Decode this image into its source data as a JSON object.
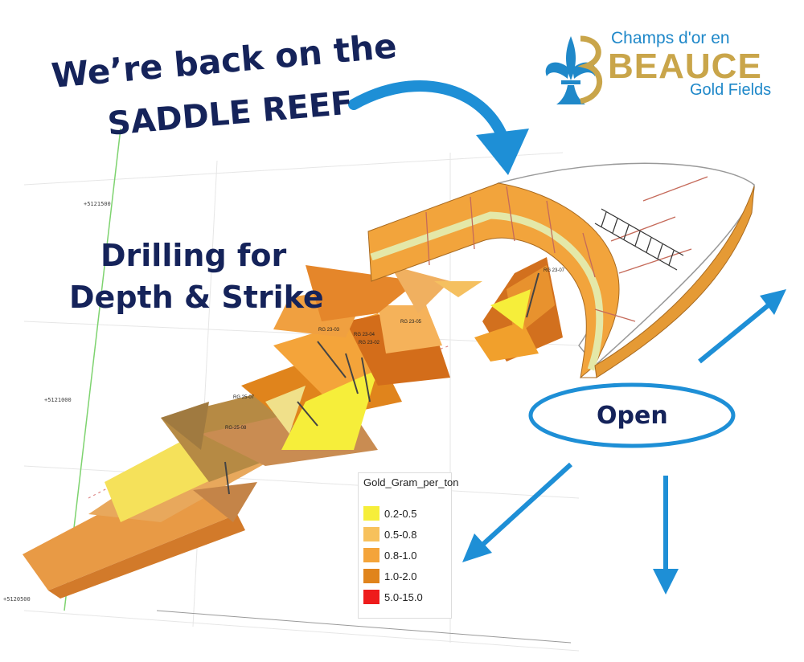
{
  "headline": {
    "line1": "We’re back on the",
    "line2": "SADDLE REEF"
  },
  "subheading": {
    "line1": "Drilling for",
    "line2": "Depth & Strike"
  },
  "logo": {
    "top": "Champs d'or en",
    "brand": "BEAUCE",
    "bottom": "Gold Fields",
    "fleur_color": "#1f88c9",
    "gold_color": "#c9a54a"
  },
  "open_label": "Open",
  "grid_coords": {
    "c1": "+5121500",
    "c2": "+5121000",
    "c3": "+5120500"
  },
  "drillholes": [
    "RG 23-03",
    "RG 23-04",
    "RG 23-02",
    "RG 23-05",
    "RG 23-07",
    "RG 25-07",
    "RG-25-08"
  ],
  "legend": {
    "title": "Gold_Gram_per_ton",
    "items": [
      {
        "label": "0.2-0.5",
        "color": "#f6ee3a"
      },
      {
        "label": "0.5-0.8",
        "color": "#f7c15c"
      },
      {
        "label": "0.8-1.0",
        "color": "#f4a43a"
      },
      {
        "label": "1.0-2.0",
        "color": "#e0841c"
      },
      {
        "label": "5.0-15.0",
        "color": "#ee1c1c"
      }
    ]
  },
  "colors": {
    "arrow": "#1e8fd6",
    "text": "#15235a",
    "reef_orange": "#f2a43c",
    "reef_band": "#e4e8a8"
  }
}
